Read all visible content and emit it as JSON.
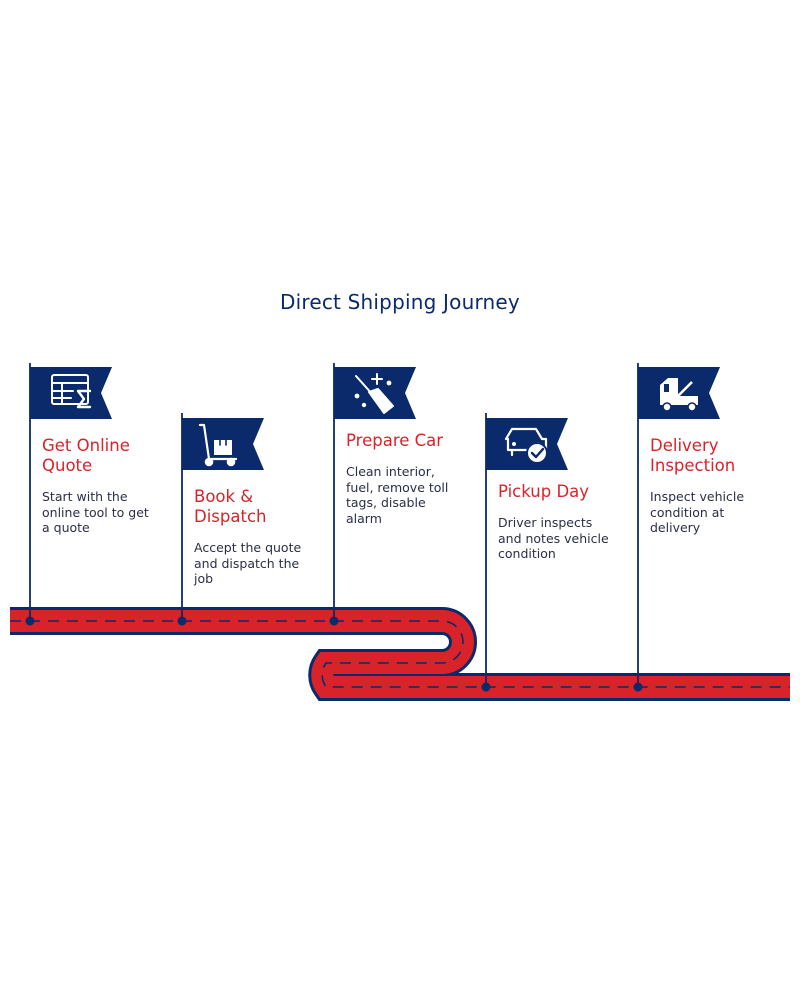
{
  "title": "Direct Shipping Journey",
  "colors": {
    "navy": "#0a2a6b",
    "red": "#d8232a",
    "white": "#ffffff"
  },
  "steps": [
    {
      "title": "Get Online\nQuote",
      "description": "Start with the\nonline tool to get\na quote",
      "icon": "spreadsheet-formula-icon"
    },
    {
      "title": "Book &\nDispatch",
      "description": "Accept the quote\nand dispatch the\njob",
      "icon": "hand-truck-icon"
    },
    {
      "title": "Prepare Car",
      "description": "Clean interior,\nfuel, remove toll\ntags, disable\nalarm",
      "icon": "broom-sparkle-icon"
    },
    {
      "title": "Pickup Day",
      "description": "Driver inspects\nand notes vehicle\ncondition",
      "icon": "car-check-icon"
    },
    {
      "title": "Delivery\nInspection",
      "description": "Inspect vehicle\ncondition at\ndelivery",
      "icon": "tow-truck-icon"
    }
  ]
}
